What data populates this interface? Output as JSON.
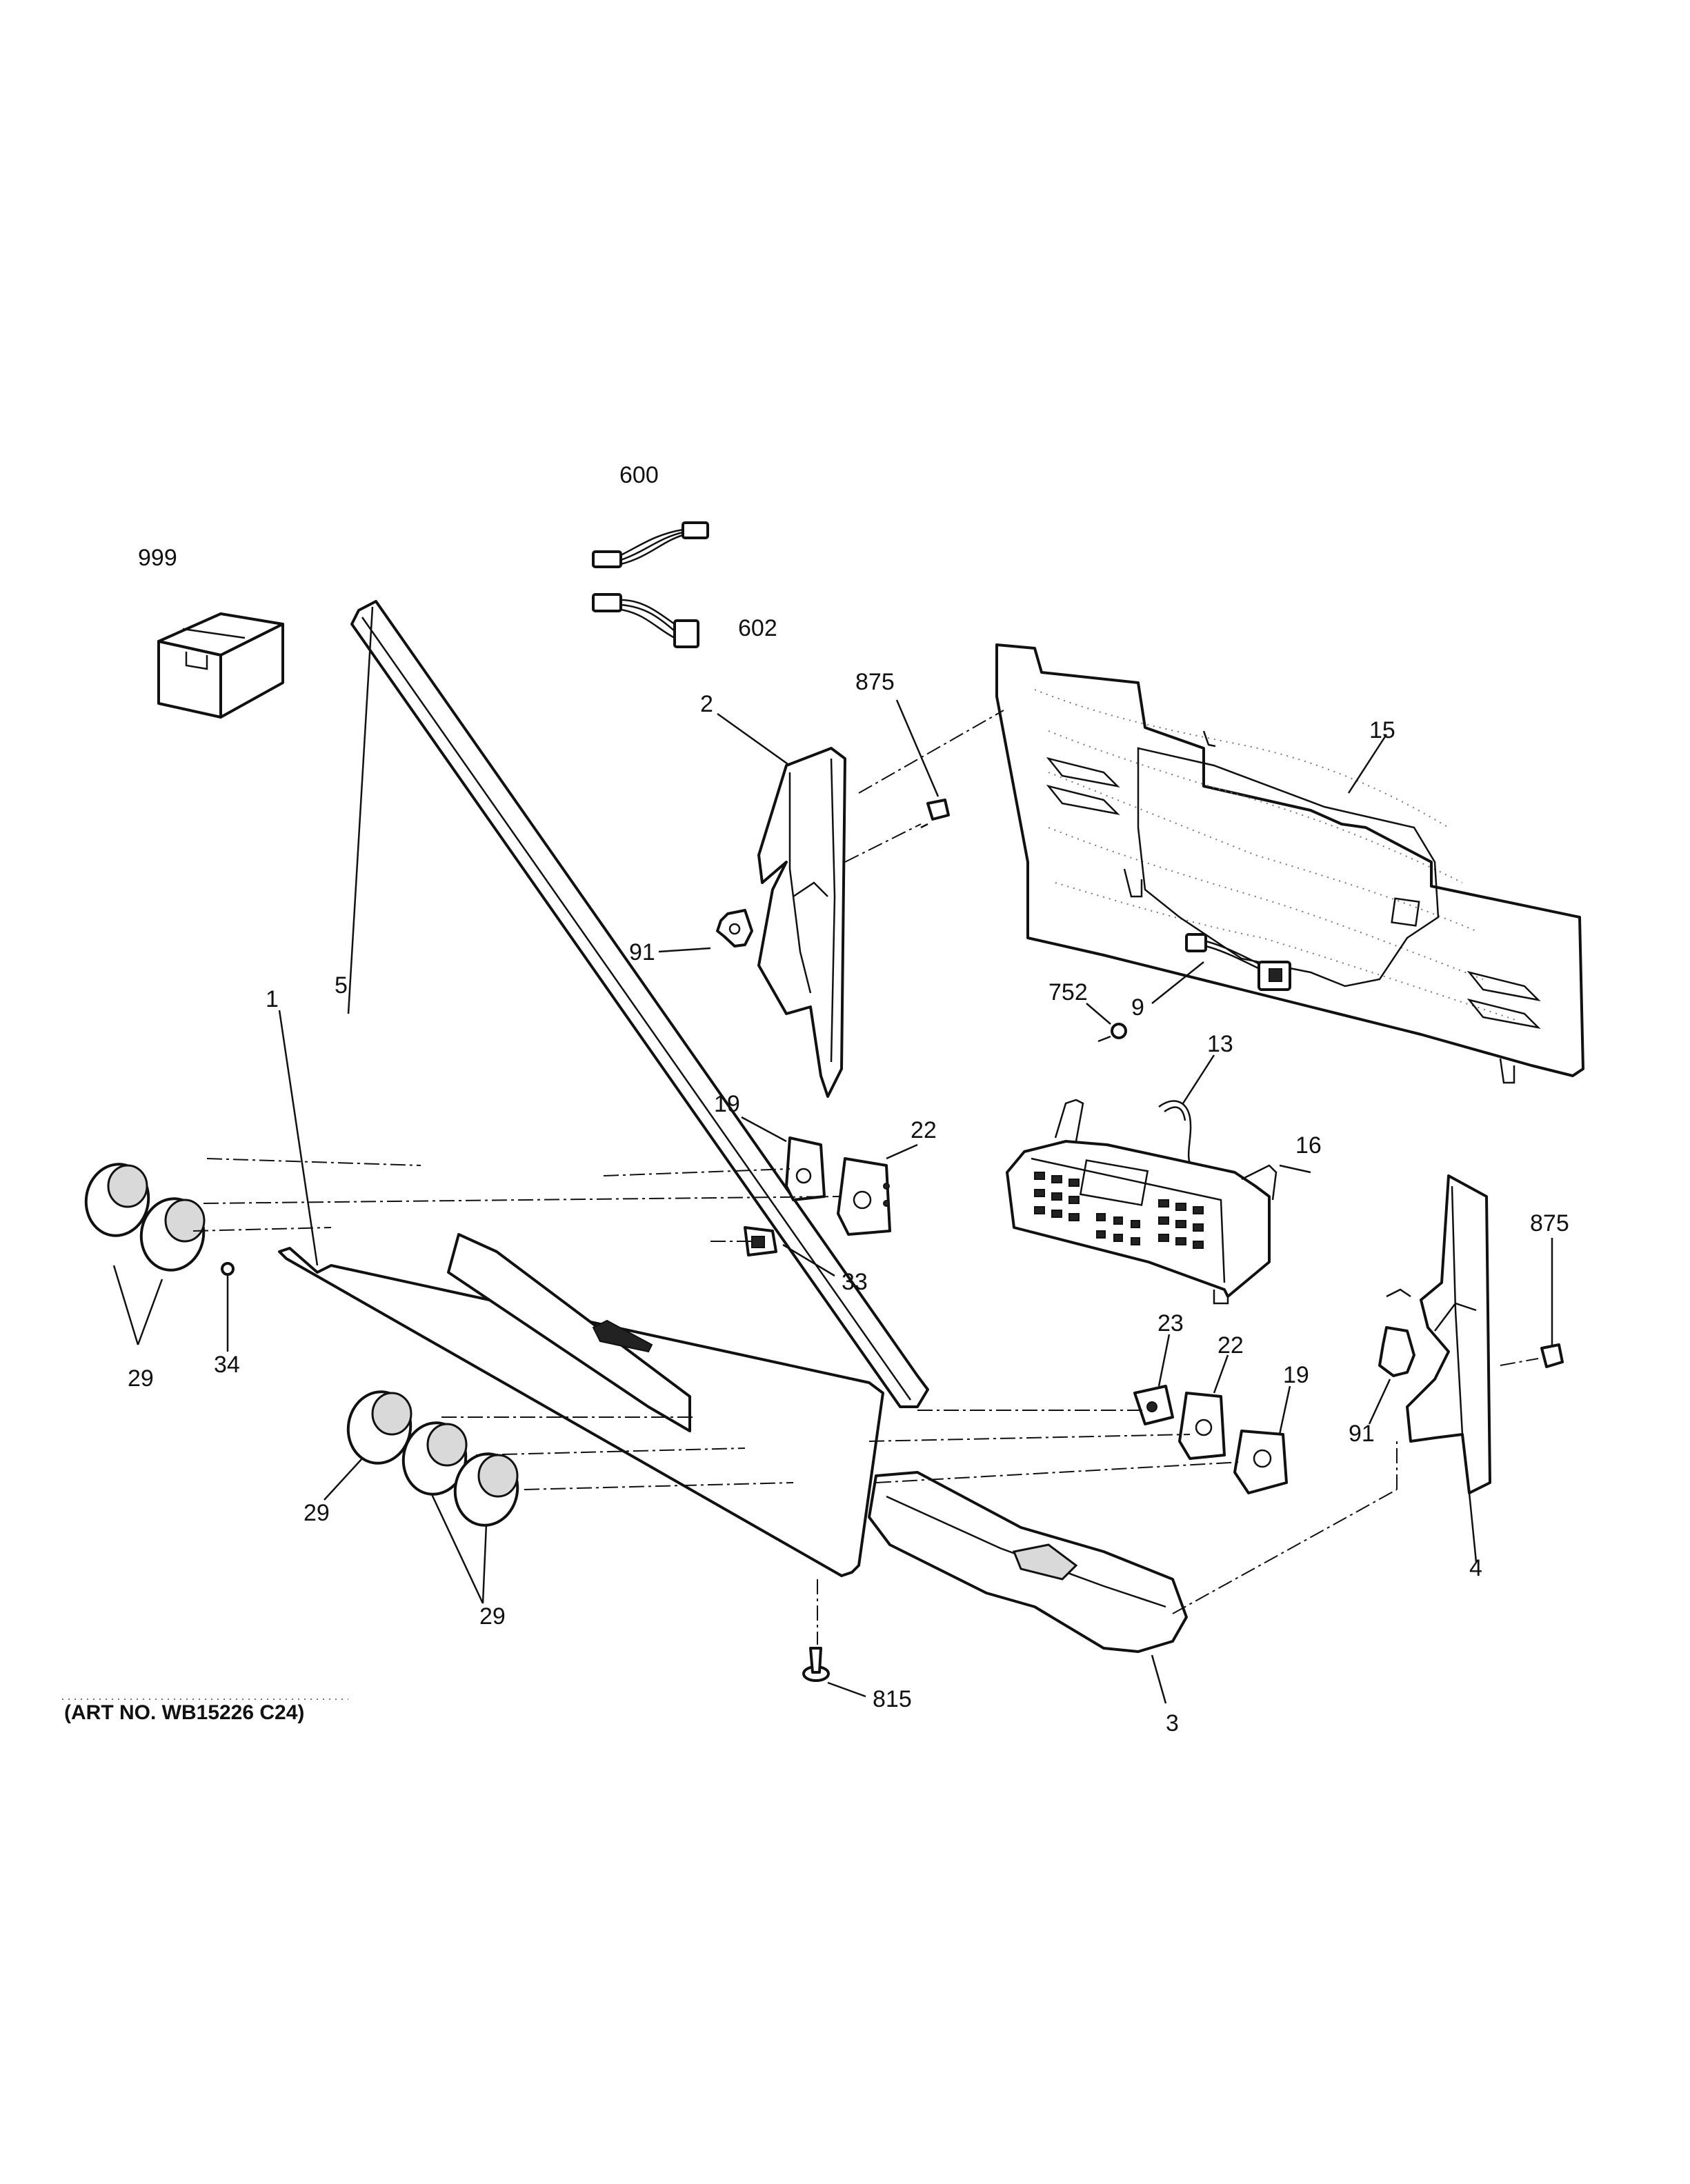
{
  "callouts": {
    "c600": "600",
    "c999": "999",
    "c602": "602",
    "c875a": "875",
    "c2": "2",
    "c15": "15",
    "c91a": "91",
    "c752": "752",
    "c9": "9",
    "c13": "13",
    "c1": "1",
    "c5": "5",
    "c19a": "19",
    "c22a": "22",
    "c16": "16",
    "c33": "33",
    "c875b": "875",
    "c29a": "29",
    "c34": "34",
    "c23": "23",
    "c22b": "22",
    "c19b": "19",
    "c91b": "91",
    "c29b": "29",
    "c29c": "29",
    "c4": "4",
    "c815": "815",
    "c3": "3"
  },
  "art_number": "(ART NO. WB15226 C24)"
}
